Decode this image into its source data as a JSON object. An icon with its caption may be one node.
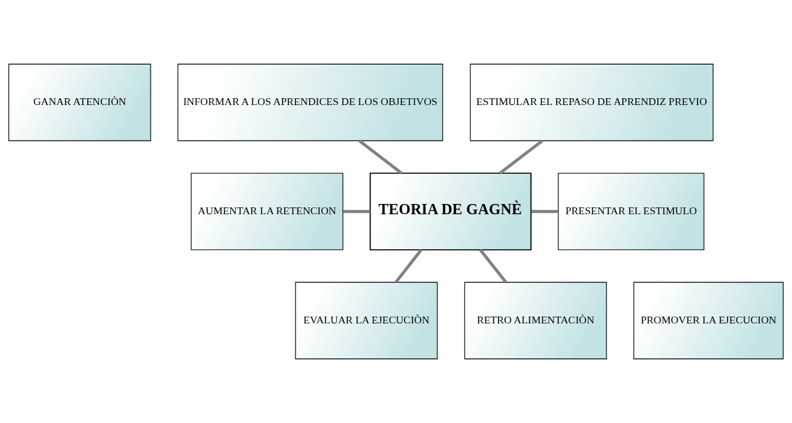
{
  "diagram": {
    "nodes": [
      {
        "text": [
          "GANAR ATENCIÒN"
        ]
      },
      {
        "text": [
          "INFORMAR A LOS APRENDICES DE LOS OBJETIVOS"
        ]
      },
      {
        "text": [
          "ESTIMULAR EL REPASO DE APRENDIZ PREVIO"
        ]
      },
      {
        "text": [
          "AUMENTAR LA RETENCION"
        ]
      },
      {
        "text": [
          "TEORIA DE GAGNÈ"
        ]
      },
      {
        "text": [
          "PRESENTAR EL ESTIMULO"
        ]
      },
      {
        "text": [
          "EVALUAR LA EJECUCIÒN"
        ]
      },
      {
        "text": [
          "RETRO ALIMENTACIÒN"
        ]
      },
      {
        "text": [
          "PROMOVER LA EJECUCION"
        ]
      }
    ],
    "edges": [
      {
        "from": 1,
        "to": 4,
        "arrow": "none"
      },
      {
        "from": 2,
        "to": 4,
        "arrow": "none"
      },
      {
        "from": 3,
        "to": 4,
        "arrow": "none"
      },
      {
        "from": 4,
        "to": 5,
        "arrow": "none"
      },
      {
        "from": 4,
        "to": 6,
        "arrow": "none"
      },
      {
        "from": 4,
        "to": 7,
        "arrow": "none"
      }
    ]
  }
}
